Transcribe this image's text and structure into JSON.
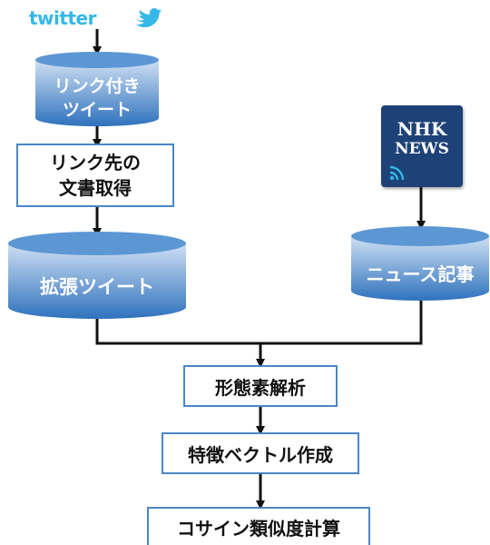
{
  "logos": {
    "twitter": "twitter",
    "news_line1": "NHK",
    "news_line2": "NEWS"
  },
  "nodes": {
    "tweets_with_links_line1": "リンク付き",
    "tweets_with_links_line2": "ツイート",
    "fetch_linked_docs_line1": "リンク先の",
    "fetch_linked_docs_line2": "文書取得",
    "extended_tweets": "拡張ツイート",
    "news_articles": "ニュース記事",
    "morphological_analysis": "形態素解析",
    "feature_vector": "特徴ベクトル作成",
    "cosine_similarity": "コサイン類似度計算"
  },
  "colors": {
    "cylinder_top": "#5c97d4",
    "cylinder_body_light": "#cfe0f3",
    "cylinder_body_dark": "#2f72bd",
    "box_border": "#4a86c5",
    "twitter_blue": "#35b7e8",
    "nhk_navy": "#1e4277",
    "arrow": "#111111"
  }
}
